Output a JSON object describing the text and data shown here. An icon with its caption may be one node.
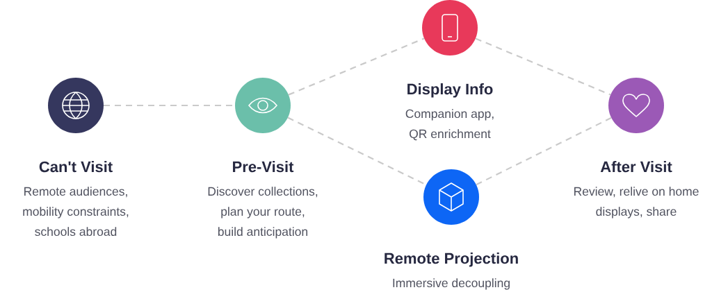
{
  "diagram": {
    "nodes": [
      {
        "text": [
          "Can't Visit",
          "Remote audiences, mobility constraints, schools abroad"
        ]
      },
      {
        "text": [
          "Pre-Visit",
          "Discover collections, plan your route, build anticipation"
        ]
      },
      {
        "text": [
          "Display Info",
          "Companion app, QR enrichment"
        ]
      },
      {
        "text": [
          "Remote Projection",
          "Immersive decoupling"
        ]
      },
      {
        "text": [
          "After Visit",
          "Review, relive on home displays, share"
        ]
      }
    ],
    "edges": [
      {
        "from": 0,
        "to": 1,
        "arrow": "none",
        "style": "dashed"
      },
      {
        "from": 1,
        "to": 2,
        "arrow": "none",
        "style": "dashed"
      },
      {
        "from": 1,
        "to": 3,
        "arrow": "none",
        "style": "dashed"
      },
      {
        "from": 2,
        "to": 4,
        "arrow": "none",
        "style": "dashed"
      },
      {
        "from": 3,
        "to": 4,
        "arrow": "none",
        "style": "dashed"
      }
    ]
  }
}
